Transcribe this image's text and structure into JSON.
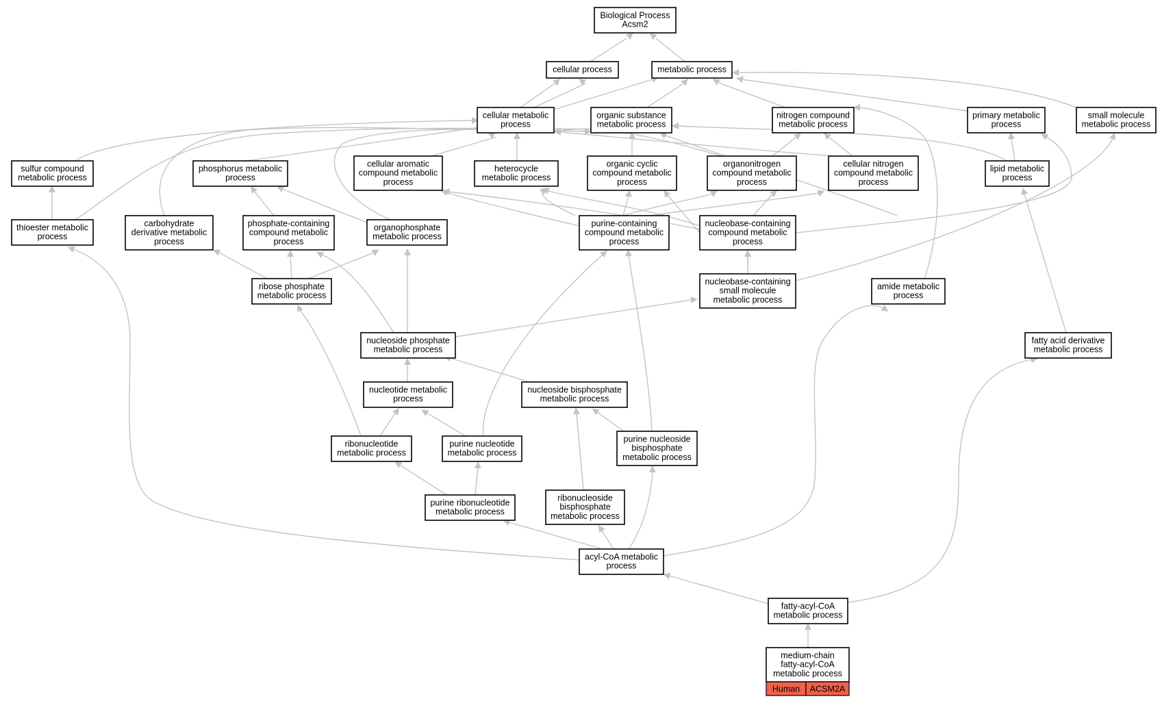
{
  "nodes": {
    "bp": [
      "Biological Process",
      "Acsm2"
    ],
    "cp": [
      "cellular process"
    ],
    "mp": [
      "metabolic process"
    ],
    "cmp": [
      "cellular metabolic",
      "process"
    ],
    "osmp": [
      "organic substance",
      "metabolic process"
    ],
    "ncmp": [
      "nitrogen compound",
      "metabolic process"
    ],
    "pmp": [
      "primary metabolic",
      "process"
    ],
    "smmp": [
      "small molecule",
      "metabolic process"
    ],
    "scmp": [
      "sulfur compound",
      "metabolic process"
    ],
    "phmp": [
      "phosphorus metabolic",
      "process"
    ],
    "cacmp": [
      "cellular aromatic",
      "compound metabolic",
      "process"
    ],
    "hmp": [
      "heterocycle",
      "metabolic process"
    ],
    "occmp": [
      "organic cyclic",
      "compound metabolic",
      "process"
    ],
    "onmp": [
      "organonitrogen",
      "compound metabolic",
      "process"
    ],
    "cncmp": [
      "cellular nitrogen",
      "compound metabolic",
      "process"
    ],
    "lmp": [
      "lipid metabolic",
      "process"
    ],
    "temp": [
      "thioester metabolic",
      "process"
    ],
    "cdmp": [
      "carbohydrate",
      "derivative metabolic",
      "process"
    ],
    "pccmp": [
      "phosphate-containing",
      "compound metabolic",
      "process"
    ],
    "opmp": [
      "organophosphate",
      "metabolic process"
    ],
    "pucmp": [
      "purine-containing",
      "compound metabolic",
      "process"
    ],
    "nbcmp": [
      "nucleobase-containing",
      "compound metabolic",
      "process"
    ],
    "rpmp": [
      "ribose phosphate",
      "metabolic process"
    ],
    "nbsmmp": [
      "nucleobase-containing",
      "small molecule",
      "metabolic process"
    ],
    "amp": [
      "amide metabolic",
      "process"
    ],
    "nspmp": [
      "nucleoside phosphate",
      "metabolic process"
    ],
    "fadmp": [
      "fatty acid derivative",
      "metabolic process"
    ],
    "ntmp": [
      "nucleotide metabolic",
      "process"
    ],
    "nsbpmp": [
      "nucleoside bisphosphate",
      "metabolic process"
    ],
    "rnmp": [
      "ribonucleotide",
      "metabolic process"
    ],
    "pnmp": [
      "purine nucleotide",
      "metabolic process"
    ],
    "pnsbmp": [
      "purine nucleoside",
      "bisphosphate",
      "metabolic process"
    ],
    "prnmp": [
      "purine ribonucleotide",
      "metabolic process"
    ],
    "rnsbmp": [
      "ribonucleoside",
      "bisphosphate",
      "metabolic process"
    ],
    "acmp": [
      "acyl-CoA metabolic",
      "process"
    ],
    "facmp": [
      "fatty-acyl-CoA",
      "metabolic process"
    ],
    "mcfacmp": [
      "medium-chain",
      "fatty-acyl-CoA",
      "metabolic process"
    ]
  },
  "annotation": {
    "species": "Human",
    "gene": "ACSM2A"
  },
  "colors": {
    "edge": "#c4c4c4",
    "node_border": "#000000",
    "highlight": "#f0614a"
  }
}
